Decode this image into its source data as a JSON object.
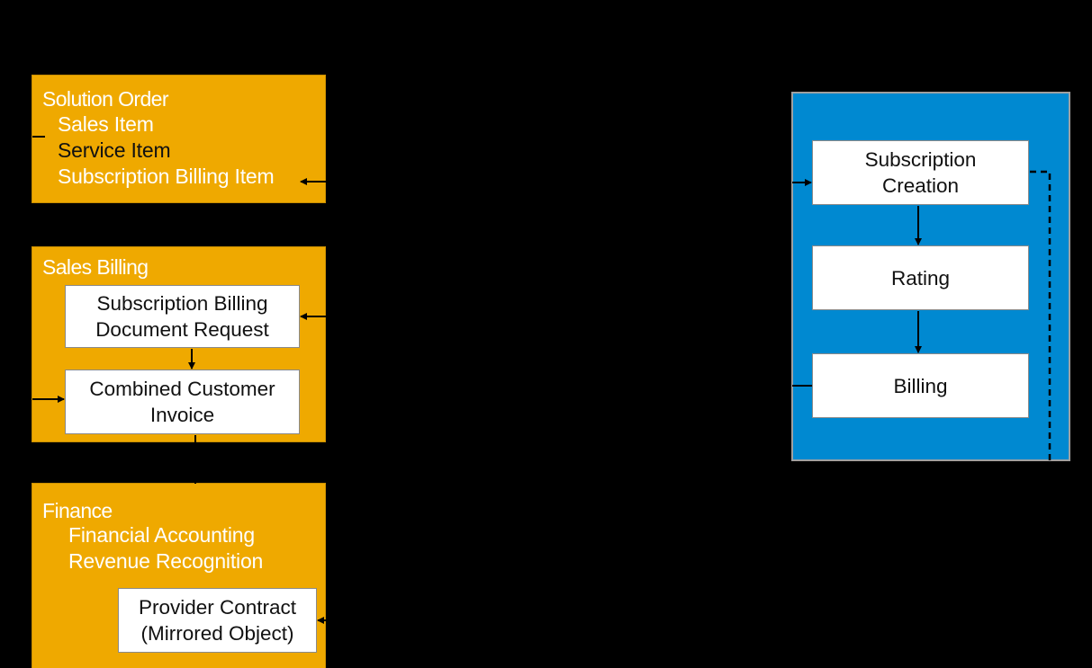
{
  "solution_order": {
    "title": "Solution Order",
    "items": [
      "Sales Item",
      "Service Item",
      "Subscription Billing Item"
    ]
  },
  "sales_billing": {
    "title": "Sales Billing",
    "doc_request": [
      "Subscription Billing",
      "Document Request"
    ],
    "invoice": [
      "Combined Customer",
      "Invoice"
    ]
  },
  "finance": {
    "title": "Finance",
    "items": [
      "Financial Accounting",
      "Revenue Recognition"
    ],
    "provider_contract": [
      "Provider Contract",
      "(Mirrored Object)"
    ]
  },
  "subscription_billing": {
    "creation": [
      "Subscription",
      "Creation"
    ],
    "rating": "Rating",
    "billing": "Billing"
  },
  "colors": {
    "background": "#000000",
    "orange_panel": "#EFA900",
    "blue_panel": "#0089D1",
    "box": "#FFFFFF"
  }
}
